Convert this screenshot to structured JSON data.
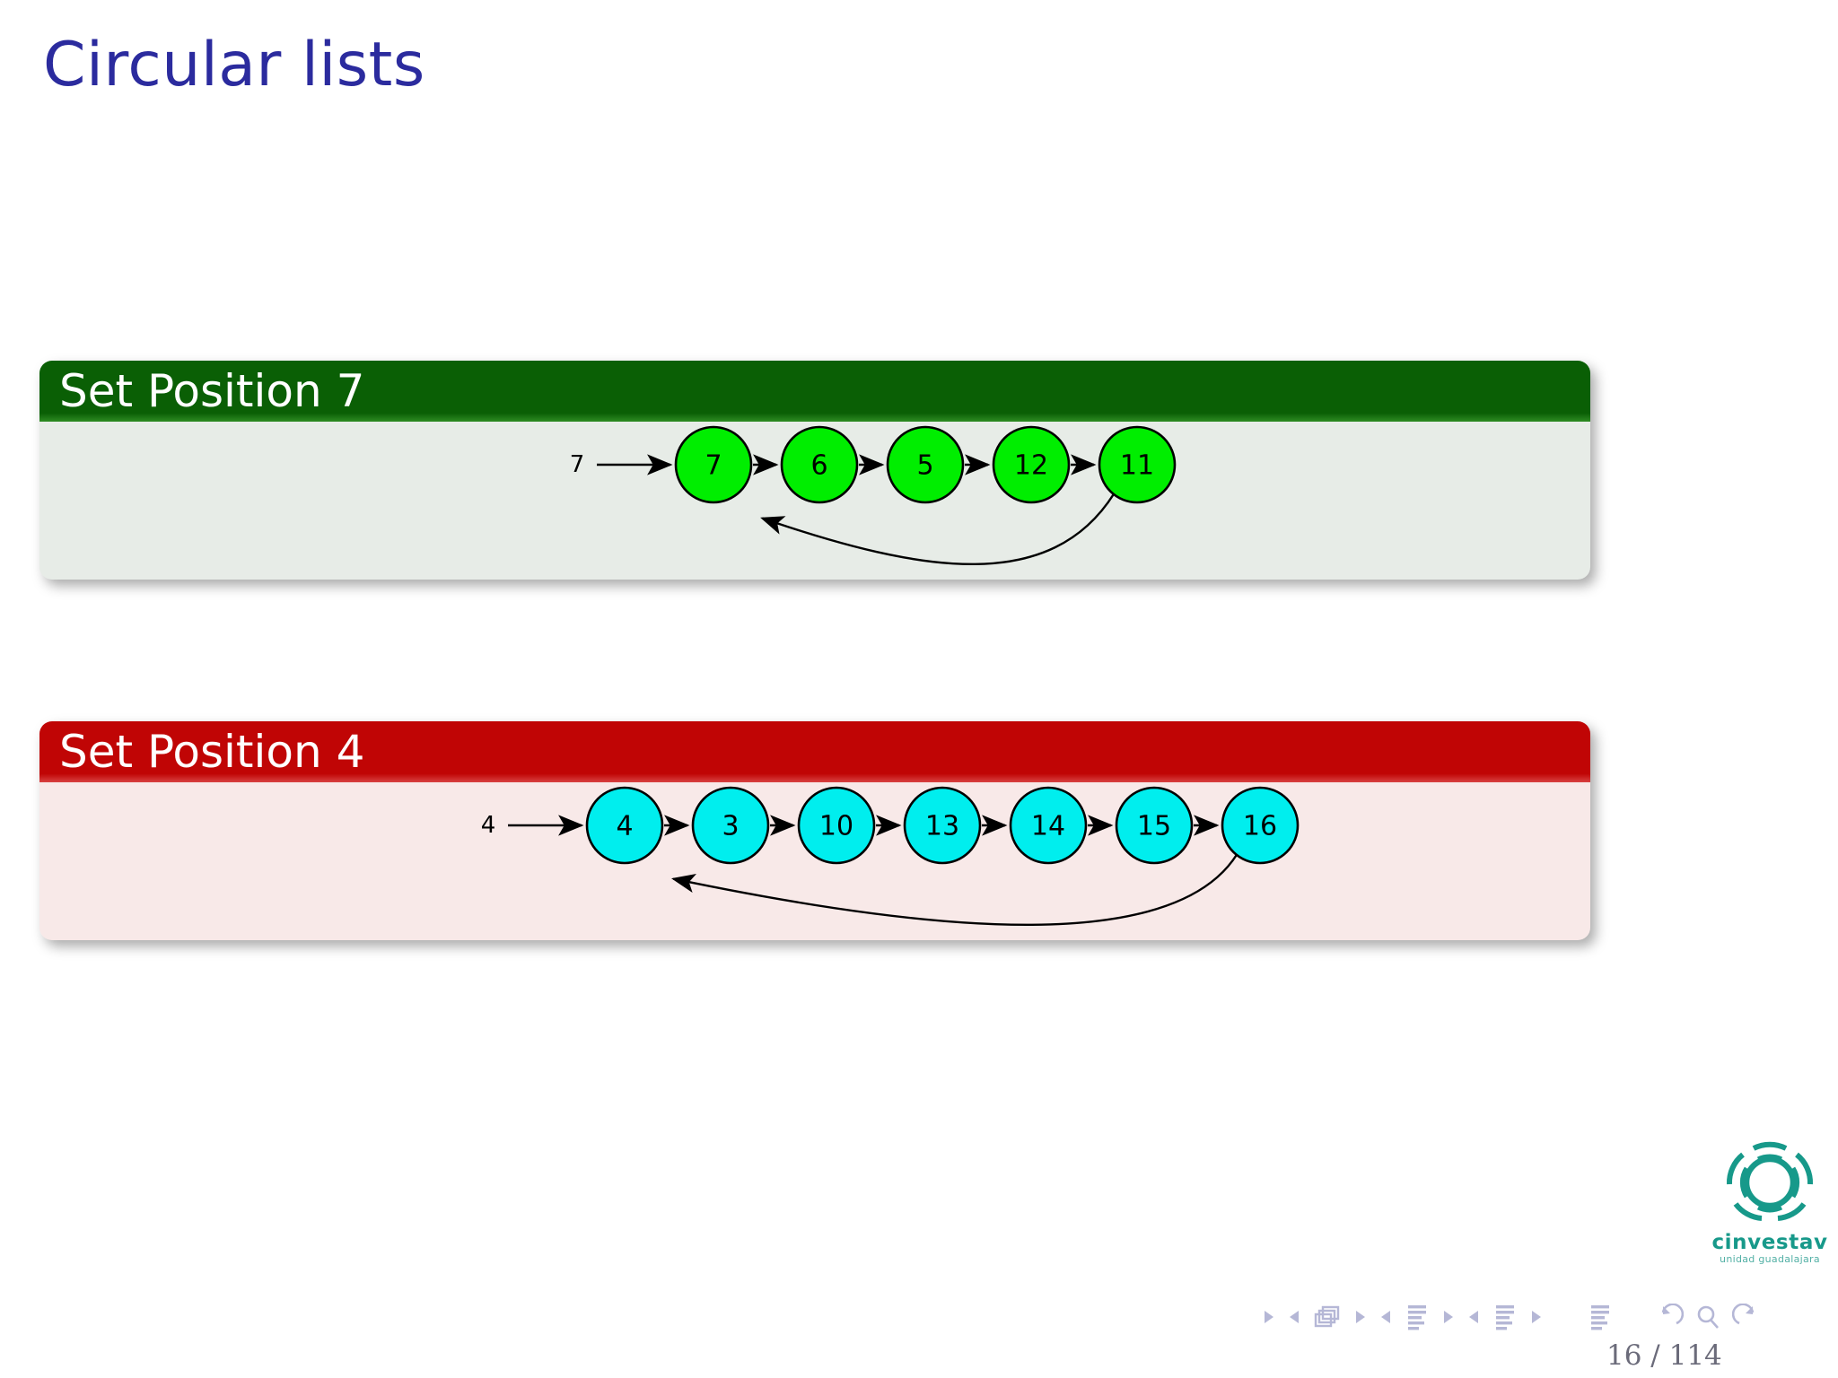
{
  "slide": {
    "title": "Circular lists",
    "title_color": "#2b2b9e",
    "page_counter": "16 / 114"
  },
  "blocks": [
    {
      "id": "green",
      "header_title": "Set Position 7",
      "header_color": "#0a5f05",
      "body_color": "#e7ece7",
      "node_fill": "#00ee00",
      "entry_label": "7",
      "nodes": [
        "7",
        "6",
        "5",
        "12",
        "11"
      ]
    },
    {
      "id": "red",
      "header_title": "Set Position 4",
      "header_color": "#c00505",
      "body_color": "#f8e9e8",
      "node_fill": "#00eeee",
      "entry_label": "4",
      "nodes": [
        "4",
        "3",
        "10",
        "13",
        "14",
        "15",
        "16"
      ]
    }
  ],
  "logo": {
    "wordmark": "cinvestav",
    "subwordmark": "unidad guadalajara",
    "color": "#17998a"
  },
  "navigation": {
    "icons": [
      "first-frame-icon",
      "prev-frame-icon",
      "frames-icon",
      "next-frame-icon",
      "prev-subsection-icon",
      "subsection-icon",
      "next-subsection-icon",
      "prev-section-icon",
      "section-icon",
      "next-section-icon",
      "document-icon",
      "back-icon",
      "search-icon",
      "forward-icon"
    ]
  }
}
